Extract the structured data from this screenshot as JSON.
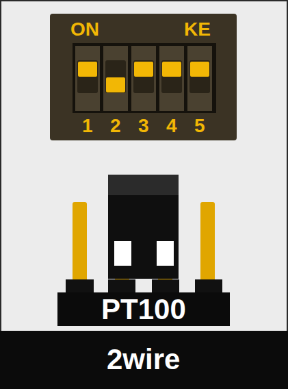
{
  "diagram": {
    "labels": [
      "ON",
      "KE",
      "1",
      "2",
      "3",
      "4",
      "5",
      "PT100",
      "2wire"
    ]
  }
}
